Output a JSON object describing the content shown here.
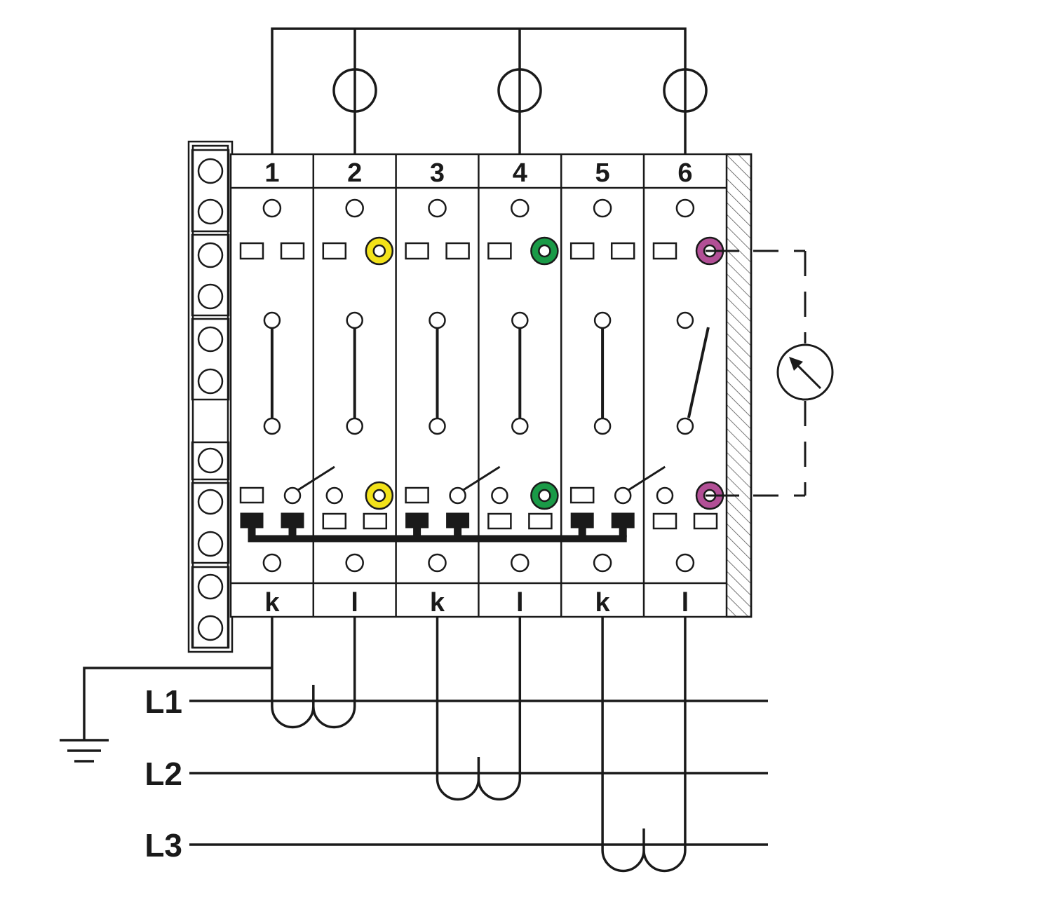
{
  "colors": {
    "line": "#1a1a1a",
    "yellow": "#f2e21a",
    "green": "#1a9a47",
    "magenta": "#b24f96",
    "hatch": "#555555"
  },
  "modules": [
    {
      "top": "1",
      "bottom": "k"
    },
    {
      "top": "2",
      "bottom": "l"
    },
    {
      "top": "3",
      "bottom": "k"
    },
    {
      "top": "4",
      "bottom": "l"
    },
    {
      "top": "5",
      "bottom": "k"
    },
    {
      "top": "6",
      "bottom": "l"
    }
  ],
  "test_socket_colors": [
    "yellow",
    "green",
    "magenta"
  ],
  "phases": [
    {
      "label": "L1"
    },
    {
      "label": "L2"
    },
    {
      "label": "L3"
    }
  ],
  "icons": {
    "meter": "ammeter-icon",
    "earth": "ground-icon",
    "transformers": "current-transformer-icon"
  }
}
